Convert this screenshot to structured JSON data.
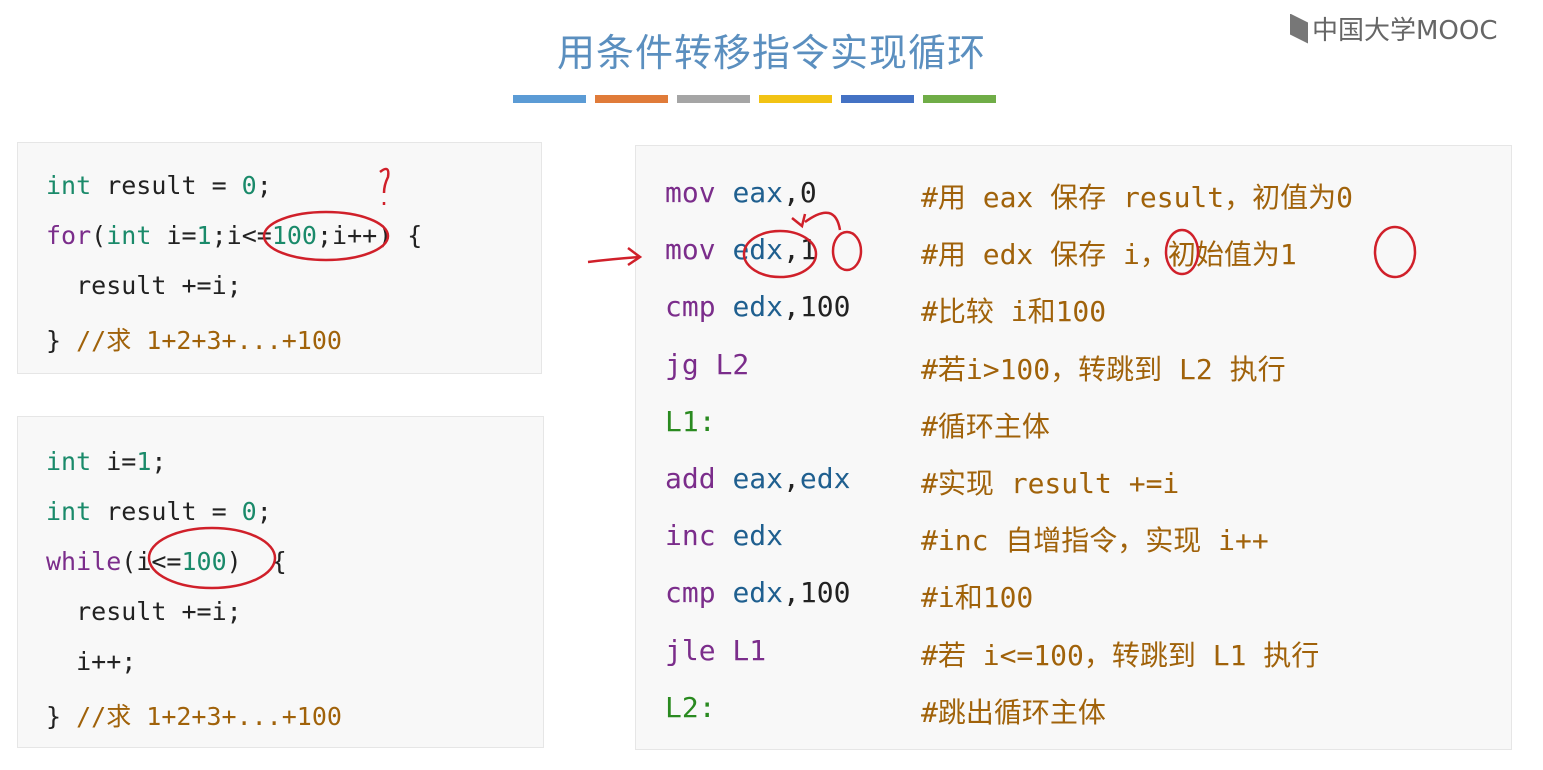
{
  "title": "用条件转移指令实现循环",
  "logo": "中国大学MOOC",
  "accent_bars": [
    "#5b9bd5",
    "#e07b39",
    "#a5a5a5",
    "#f2c314",
    "#4472c4",
    "#70ad47"
  ],
  "c_code_for": [
    [
      {
        "t": "int",
        "c": "ty"
      },
      {
        "t": " result = ",
        "c": "v"
      },
      {
        "t": "0",
        "c": "n"
      },
      {
        "t": ";",
        "c": "v"
      }
    ],
    [
      {
        "t": "for",
        "c": "k"
      },
      {
        "t": "(",
        "c": "v"
      },
      {
        "t": "int",
        "c": "ty"
      },
      {
        "t": " i=",
        "c": "v"
      },
      {
        "t": "1",
        "c": "n"
      },
      {
        "t": ";i<=",
        "c": "v"
      },
      {
        "t": "100",
        "c": "n"
      },
      {
        "t": ";i++) {",
        "c": "v"
      }
    ],
    [
      {
        "t": "  result +=i;",
        "c": "v"
      }
    ],
    [
      {
        "t": "} ",
        "c": "v"
      },
      {
        "t": "//求 1+2+3+...+100",
        "c": "cm"
      }
    ]
  ],
  "c_code_while": [
    [
      {
        "t": "int",
        "c": "ty"
      },
      {
        "t": " i=",
        "c": "v"
      },
      {
        "t": "1",
        "c": "n"
      },
      {
        "t": ";",
        "c": "v"
      }
    ],
    [
      {
        "t": "int",
        "c": "ty"
      },
      {
        "t": " result = ",
        "c": "v"
      },
      {
        "t": "0",
        "c": "n"
      },
      {
        "t": ";",
        "c": "v"
      }
    ],
    [
      {
        "t": "while",
        "c": "k"
      },
      {
        "t": "(i<=",
        "c": "v"
      },
      {
        "t": "100",
        "c": "n"
      },
      {
        "t": ")  {",
        "c": "v"
      }
    ],
    [
      {
        "t": "  result +=i;",
        "c": "v"
      }
    ],
    [
      {
        "t": "  i++;",
        "c": "v"
      }
    ],
    [
      {
        "t": "} ",
        "c": "v"
      },
      {
        "t": "//求 1+2+3+...+100",
        "c": "cm"
      }
    ]
  ],
  "asm_code": [
    {
      "ins": [
        {
          "t": "mov ",
          "c": "k"
        },
        {
          "t": "eax",
          "c": "r"
        },
        {
          "t": ",0",
          "c": "num"
        }
      ],
      "comment": "#用 eax 保存 result，初值为0"
    },
    {
      "ins": [
        {
          "t": "mov ",
          "c": "k"
        },
        {
          "t": "edx",
          "c": "r"
        },
        {
          "t": ",1",
          "c": "num"
        }
      ],
      "comment": "#用 edx 保存 i，初始值为1"
    },
    {
      "ins": [
        {
          "t": "cmp ",
          "c": "k"
        },
        {
          "t": "edx",
          "c": "r"
        },
        {
          "t": ",100",
          "c": "num"
        }
      ],
      "comment": "#比较 i和100"
    },
    {
      "ins": [
        {
          "t": "jg L2",
          "c": "k"
        }
      ],
      "comment": "#若i>100，转跳到 L2 执行"
    },
    {
      "ins": [
        {
          "t": "L1:",
          "c": "lb"
        }
      ],
      "comment": "#循环主体"
    },
    {
      "ins": [
        {
          "t": "add ",
          "c": "k"
        },
        {
          "t": "eax",
          "c": "r"
        },
        {
          "t": ",",
          "c": "num"
        },
        {
          "t": "edx",
          "c": "r"
        }
      ],
      "comment": "#实现 result +=i"
    },
    {
      "ins": [
        {
          "t": "inc ",
          "c": "k"
        },
        {
          "t": "edx",
          "c": "r"
        }
      ],
      "comment": "#inc 自增指令，实现 i++"
    },
    {
      "ins": [
        {
          "t": "cmp ",
          "c": "k"
        },
        {
          "t": "edx",
          "c": "r"
        },
        {
          "t": ",100",
          "c": "num"
        }
      ],
      "comment": "#i和100"
    },
    {
      "ins": [
        {
          "t": "jle L1",
          "c": "k"
        }
      ],
      "comment": "#若 i<=100，转跳到 L1 执行"
    },
    {
      "ins": [
        {
          "t": "L2:",
          "c": "lb"
        }
      ],
      "comment": "#跳出循环主体"
    }
  ]
}
